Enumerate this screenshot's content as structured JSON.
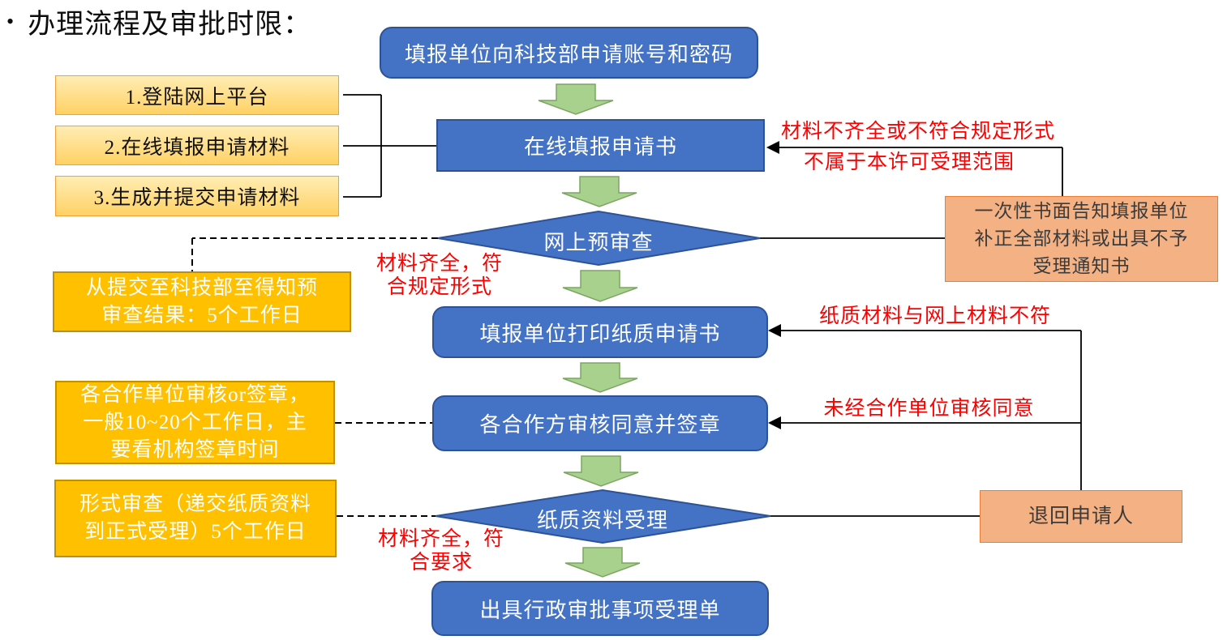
{
  "title": {
    "bullet": "•",
    "text": "办理流程及审批时限："
  },
  "palette": {
    "node_blue": "#4472C4",
    "node_blue_border": "#2E5395",
    "step_orange": "#FFD878",
    "step_orange_border": "#F0A13C",
    "time_gold": "#FFC000",
    "time_gold_border": "#BF9000",
    "reject_salmon": "#F4B183",
    "reject_salmon_border": "#ED7D31",
    "arrow_green": "#A9D18E",
    "arrow_green_border": "#7CA563",
    "warning_red": "#FF0000",
    "connector_black": "#000000"
  },
  "nodes": {
    "start": "填报单位向科技部申请账号和密码",
    "online_form": "在线填报申请书",
    "pre_review": "网上预审查",
    "print_paper": "填报单位打印纸质申请书",
    "partner_sign": "各合作方审核同意并签章",
    "paper_accept": "纸质资料受理",
    "final_receipt": "出具行政审批事项受理单"
  },
  "steps": [
    "1.登陆网上平台",
    "2.在线填报申请材料",
    "3.生成并提交申请材料"
  ],
  "time_notes": {
    "pre_review": "从提交至科技部至得知预\n审查结果：5个工作日",
    "partner_sign": "各合作单位审核or签章，\n一般10~20个工作日，主\n要看机构签章时间",
    "formal_review": "形式审查（递交纸质资料\n到正式受理）5个工作日"
  },
  "reject_notes": {
    "incomplete_materials": "材料不齐全或不符合规定形式",
    "out_of_scope": "不属于本许可受理范围",
    "written_notice": "一次性书面告知填报单位\n补正全部材料或出具不予\n受理通知书",
    "paper_mismatch": "纸质材料与网上材料不符",
    "no_partner_consent": "未经合作单位审核同意",
    "return_applicant": "退回申请人"
  },
  "pass_notes": {
    "form_ok": "材料齐全，符\n合规定形式",
    "paper_ok": "材料齐全，符\n合要求"
  }
}
